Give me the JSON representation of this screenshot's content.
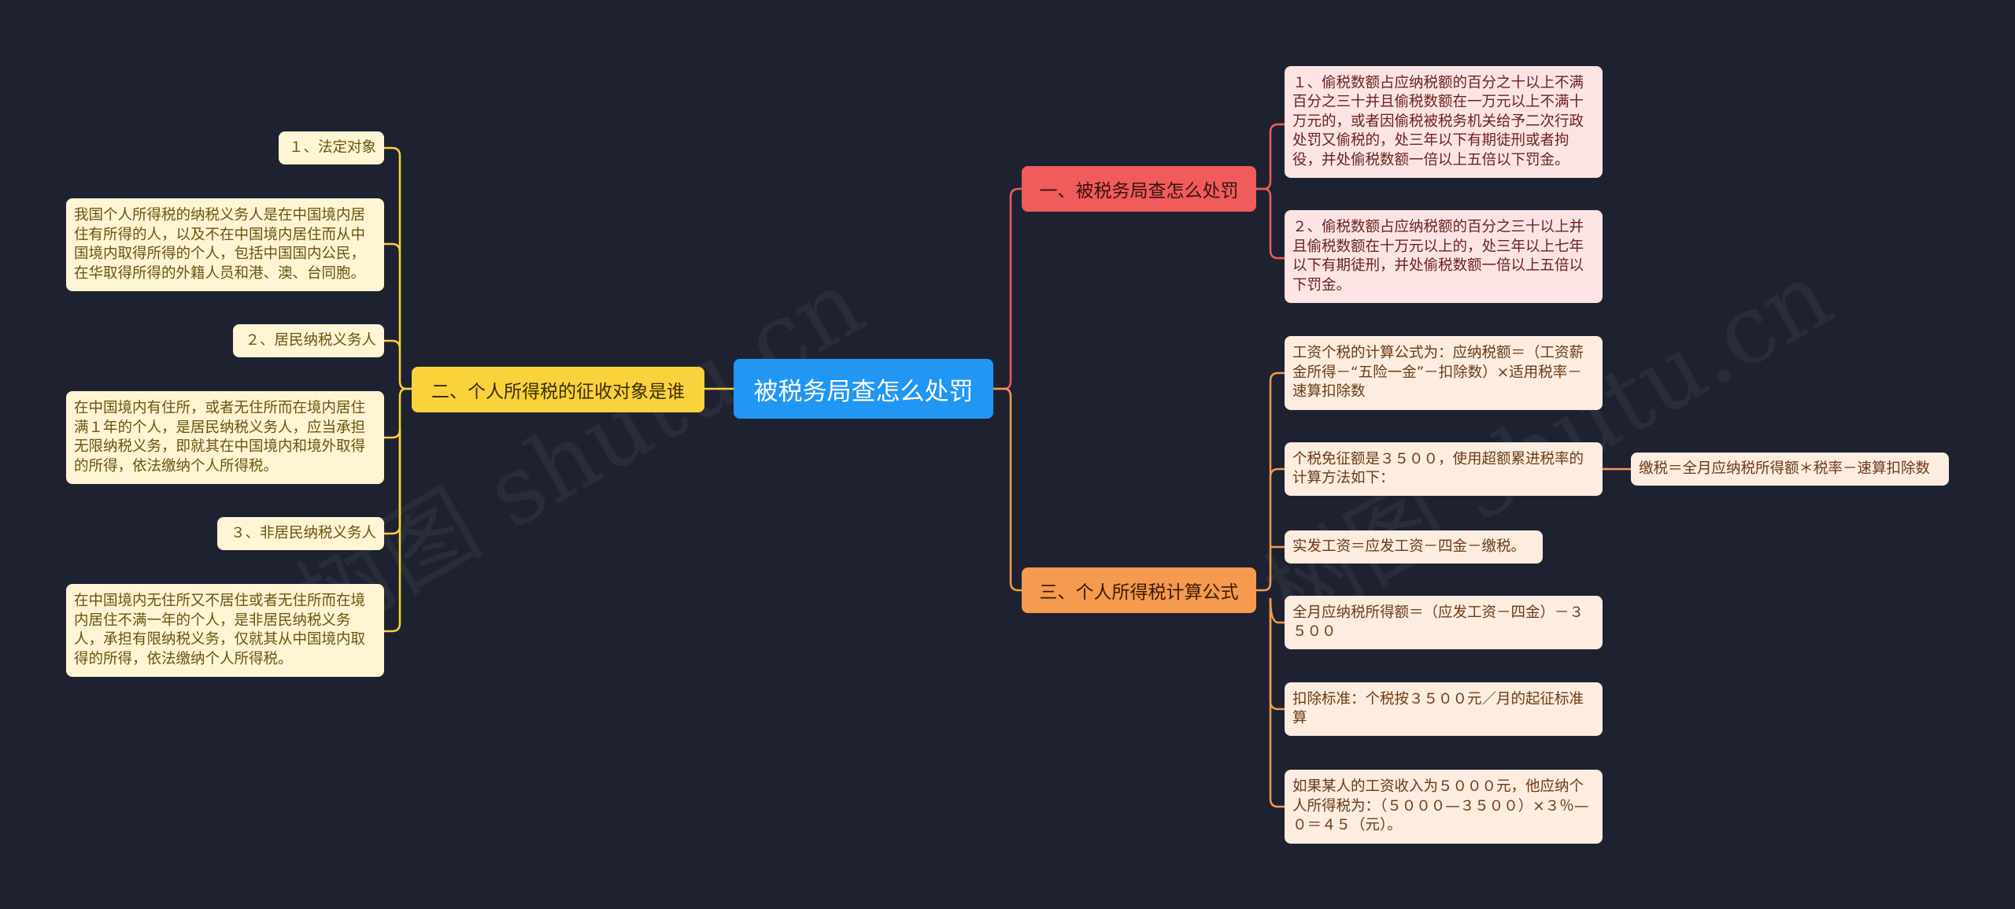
{
  "root": {
    "label": "被税务局查怎么处罚"
  },
  "branches": {
    "penalty": {
      "label": "一、被税务局查怎么处罚",
      "color": "#f05c5c",
      "items": [
        "１、偷税数额占应纳税额的百分之十以上不满百分之三十并且偷税数额在一万元以上不满十万元的，或者因偷税被税务机关给予二次行政处罚又偷税的，处三年以下有期徒刑或者拘役，并处偷税数额一倍以上五倍以下罚金。",
        "２、偷税数额占应纳税额的百分之三十以上并且偷税数额在十万元以上的，处三年以上七年以下有期徒刑，并处偷税数额一倍以上五倍以下罚金。"
      ]
    },
    "targets": {
      "label": "二、个人所得税的征收对象是谁",
      "color": "#f9d23c",
      "items": [
        "１、法定对象",
        "我国个人所得税的纳税义务人是在中国境内居住有所得的人，以及不在中国境内居住而从中国境内取得所得的个人，包括中国国内公民，在华取得所得的外籍人员和港、澳、台同胞。",
        "２、居民纳税义务人",
        "在中国境内有住所，或者无住所而在境内居住满１年的个人，是居民纳税义务人，应当承担无限纳税义务，即就其在中国境内和境外取得的所得，依法缴纳个人所得税。",
        "３、非居民纳税义务人",
        "在中国境内无住所又不居住或者无住所而在境内居住不满一年的个人，是非居民纳税义务人，承担有限纳税义务，仅就其从中国境内取得的所得，依法缴纳个人所得税。"
      ]
    },
    "formula": {
      "label": "三、个人所得税计算公式",
      "color": "#f59a4e",
      "items": [
        "工资个税的计算公式为：应纳税额＝（工资薪金所得－“五险一金”－扣除数）×适用税率－速算扣除数",
        "个税免征额是３５００，使用超额累进税率的计算方法如下：",
        "实发工资＝应发工资－四金－缴税。",
        "全月应纳税所得额＝（应发工资－四金）－３５００",
        "扣除标准：个税按３５００元／月的起征标准算",
        "如果某人的工资收入为５０００元，他应纳个人所得税为：（５０００—３５００）×３％—０＝４５（元）。"
      ],
      "sub_item": "缴税＝全月应纳税所得额＊税率－速算扣除数"
    }
  },
  "watermark": "树图 shutu.cn"
}
